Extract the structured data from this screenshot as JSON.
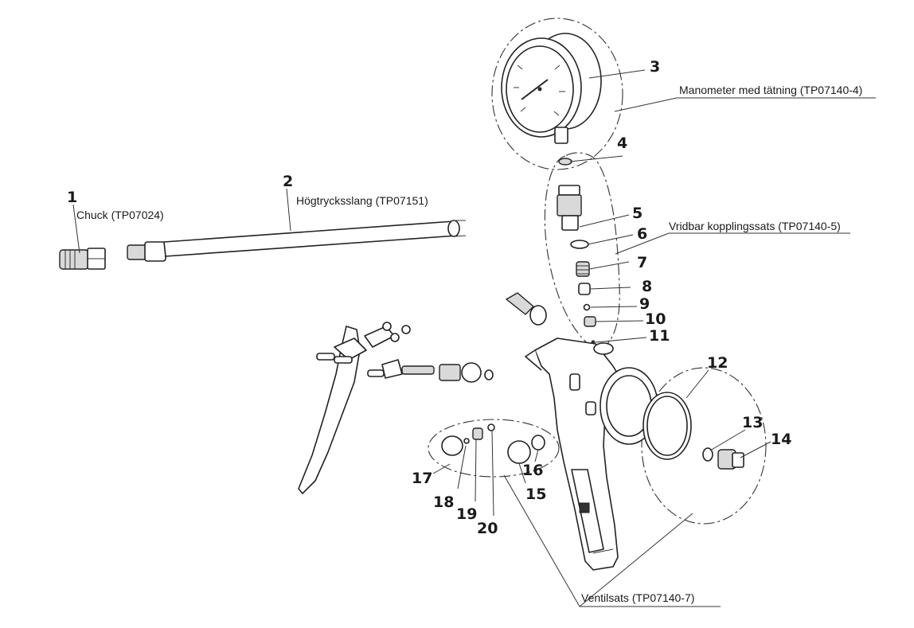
{
  "callouts": [
    {
      "num": "1"
    },
    {
      "num": "2"
    },
    {
      "num": "3"
    },
    {
      "num": "4"
    },
    {
      "num": "5"
    },
    {
      "num": "6"
    },
    {
      "num": "7"
    },
    {
      "num": "8"
    },
    {
      "num": "9"
    },
    {
      "num": "10"
    },
    {
      "num": "11"
    },
    {
      "num": "12"
    },
    {
      "num": "13"
    },
    {
      "num": "14"
    },
    {
      "num": "15"
    },
    {
      "num": "16"
    },
    {
      "num": "17"
    },
    {
      "num": "18"
    },
    {
      "num": "19"
    },
    {
      "num": "20"
    }
  ],
  "labels": {
    "chuck": "Chuck (TP07024)",
    "hose": "Högtrycksslang (TP07151)",
    "gauge": "Manometer med tätning (TP07140-4)",
    "coupling": "Vridbar kopplingssats (TP07140-5)",
    "valve": "Ventilsats (TP07140-7)"
  }
}
